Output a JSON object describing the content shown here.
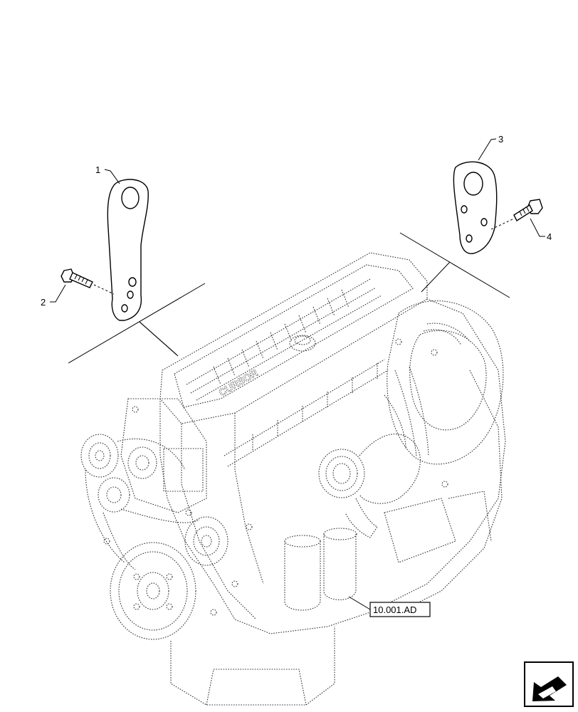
{
  "callouts": [
    {
      "id": "1",
      "label": "1"
    },
    {
      "id": "2",
      "label": "2"
    },
    {
      "id": "3",
      "label": "3"
    },
    {
      "id": "4",
      "label": "4"
    }
  ],
  "reference": {
    "label": "10.001.AD"
  },
  "engine": {
    "cover_brand": "CURSOR"
  },
  "nav_icon": "next-page-arrow-icon"
}
